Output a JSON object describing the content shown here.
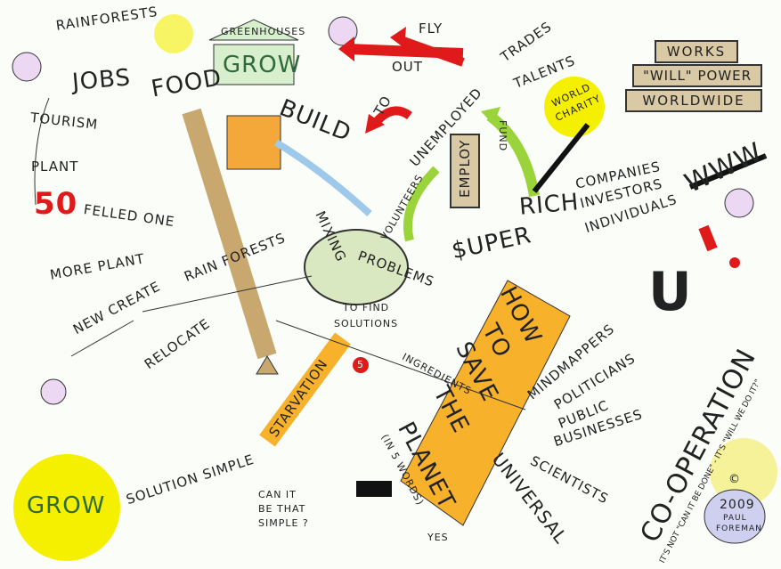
{
  "top_left": {
    "rainforests": "RAINFORESTS",
    "jobs": "JOBS",
    "tourism": "TOURISM",
    "food": "FOOD",
    "greenhouses": "GREENHOUSES",
    "grow": "GROW",
    "build": "BUILD"
  },
  "arrows": {
    "fly": "FLY",
    "out": "OUT",
    "to": "TO"
  },
  "employment": {
    "trades": "TRADES",
    "talents": "TALENTS",
    "unemployed": "UNEMPLOYED",
    "volunteers": "VOLUNTEERS",
    "employ": "EMPLOY",
    "fund": "FUND",
    "world_charity_1": "WORLD",
    "world_charity_2": "CHARITY"
  },
  "works_stack": {
    "works": "WORKS",
    "will_power": "\"WILL\" POWER",
    "worldwide": "WORLDWIDE"
  },
  "rich": {
    "super": "$UPER",
    "rich": "RICH",
    "companies": "COMPANIES",
    "investors": "INVESTORS",
    "individuals": "INDIVIDUALS",
    "www": "WWW."
  },
  "left": {
    "plant": "PLANT",
    "fifty": "50",
    "felled_one": "FELLED ONE",
    "more_plant": "MORE PLANT",
    "new_create": "NEW CREATE",
    "relocate": "RELOCATE",
    "rain_forests": "RAIN FORESTS"
  },
  "center": {
    "mixing": "MIXING",
    "problems": "PROBLEMS",
    "to_find": "TO FIND",
    "solutions": "SOLUTIONS",
    "ingredients": "INGREDIENTS",
    "five": "5"
  },
  "banner": {
    "how": "HOW",
    "to": "TO",
    "save": "SAVE",
    "the": "THE",
    "planet": "PLANET",
    "in_words": "(IN 5 WORDS)"
  },
  "bottom_left": {
    "starvation": "STARVATION",
    "solution_simple": "SOLUTION SIMPLE",
    "grow": "GROW",
    "can_it": "CAN IT",
    "be_that": "BE THAT",
    "simple": "SIMPLE ?",
    "yes": "YES"
  },
  "right": {
    "u": "U",
    "cooperation": "CO-OPERATION",
    "universal": "UNIVERSAL",
    "mindmappers": "MINDMAPPERS",
    "politicians": "POLITICIANS",
    "public": "PUBLIC",
    "businesses": "BUSINESSES",
    "scientists": "SCIENTISTS",
    "its_not": "IT'S NOT \"CAN IT BE DONE\" - IT'S \"WILL WE DO IT?\""
  },
  "credit": {
    "copyright": "©",
    "year": "2009",
    "name1": "PAUL",
    "name2": "FOREMAN"
  },
  "colors": {
    "red": "#e01a1a",
    "yellow": "#f5f000",
    "green": "#9ad43a",
    "orange": "#f7b12a",
    "tan": "#d9c9a5"
  }
}
